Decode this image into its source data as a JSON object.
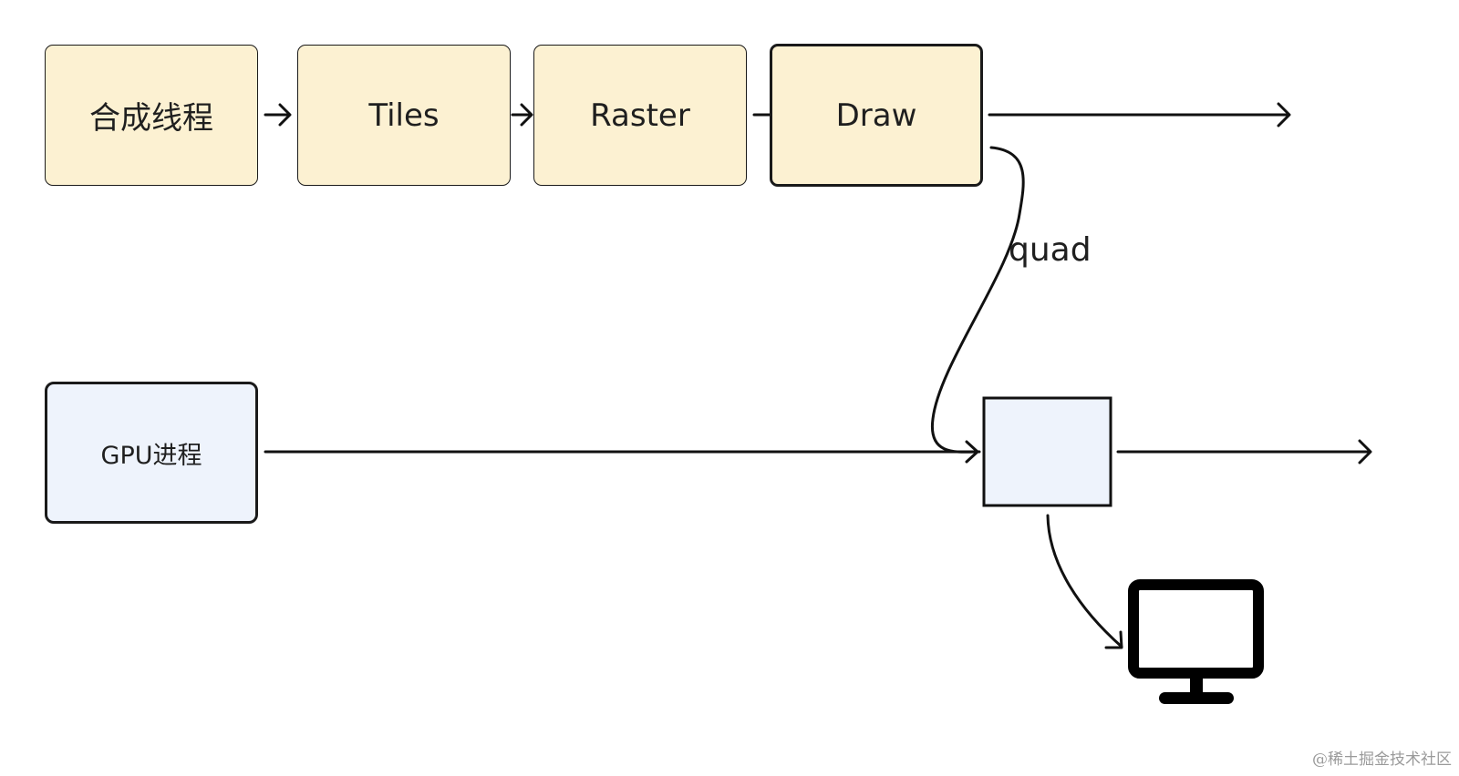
{
  "colors": {
    "yellow_fill": "#fcf1d2",
    "blue_fill": "#eef3fc",
    "stroke": "#111111"
  },
  "nodes": {
    "compositor_thread": "合成线程",
    "tiles": "Tiles",
    "raster": "Raster",
    "draw": "Draw",
    "gpu_process": "GPU进程"
  },
  "edges": {
    "quad_label": "quad"
  },
  "icons": {
    "output_device": "monitor-icon"
  },
  "watermark": "@稀土掘金技术社区"
}
